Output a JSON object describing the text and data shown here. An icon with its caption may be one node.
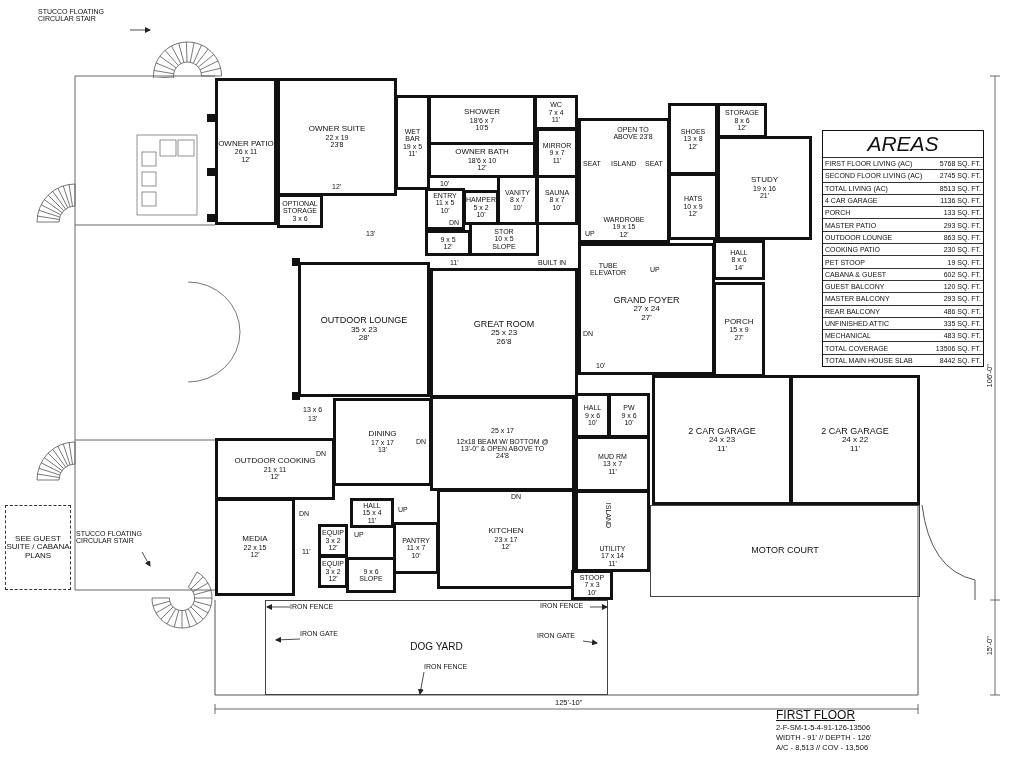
{
  "diagram": {
    "title": "FIRST FLOOR",
    "nodes": [
      {
        "text": [
          "OWNER PATIO",
          "26 x 11",
          "12'"
        ]
      },
      {
        "text": [
          "OWNER SUITE",
          "22 x 19",
          "23'8"
        ]
      },
      {
        "text": [
          "OPTIONAL STORAGE",
          "3 x 6"
        ]
      },
      {
        "text": [
          "WET BAR",
          "19 x 5",
          "11'"
        ]
      },
      {
        "text": [
          "SHOWER",
          "18'6 x 7",
          "10'5"
        ]
      },
      {
        "text": [
          "WC",
          "7 x 4",
          "11'"
        ]
      },
      {
        "text": [
          "OWNER BATH",
          "18'6 x 10",
          "12'"
        ]
      },
      {
        "text": [
          "MIRROR",
          "9 x 7",
          "11'"
        ]
      },
      {
        "text": [
          "ENTRY",
          "11 x 5",
          "10'"
        ]
      },
      {
        "text": [
          "HAMPER",
          "5 x 2",
          "10'"
        ]
      },
      {
        "text": [
          "VANITY",
          "8 x 7",
          "10'"
        ]
      },
      {
        "text": [
          "SAUNA",
          "8 x 7",
          "10'"
        ]
      },
      {
        "text": [
          "WARDROBE",
          "19 x 15",
          "12'"
        ]
      },
      {
        "text": [
          "SHOES",
          "13 x 8",
          "12'"
        ]
      },
      {
        "text": [
          "HATS",
          "10 x 9",
          "12'"
        ]
      },
      {
        "text": [
          "STORAGE",
          "8 x 6",
          "12'"
        ]
      },
      {
        "text": [
          "STUDY",
          "19 x 16",
          "21'"
        ]
      },
      {
        "text": [
          "HALL",
          "8 x 6",
          "14'"
        ]
      },
      {
        "text": [
          "PORCH",
          "15 x 9",
          "27'"
        ]
      },
      {
        "text": [
          "9 x 5",
          "12'"
        ]
      },
      {
        "text": [
          "STOR",
          "10 x 5",
          "SLOPE"
        ]
      },
      {
        "text": [
          "GREAT ROOM",
          "25 x 23",
          "26'8"
        ]
      },
      {
        "text": [
          "GRAND FOYER",
          "27 x 24",
          "27'"
        ]
      },
      {
        "text": [
          "OUTDOOR LOUNGE",
          "35 x 23",
          "28'"
        ]
      },
      {
        "text": [
          "DINING",
          "17 x 17",
          "13'"
        ]
      },
      {
        "text": [
          "25 x 17",
          "12x18 BEAM W/ BOTTOM @ 13'-0\" & OPEN ABOVE TO 24'8"
        ]
      },
      {
        "text": [
          "HALL",
          "9 x 6",
          "10'"
        ]
      },
      {
        "text": [
          "PW",
          "9 x 6",
          "10'"
        ]
      },
      {
        "text": [
          "MUD RM",
          "13 x 7",
          "11'"
        ]
      },
      {
        "text": [
          "2 CAR GARAGE",
          "24 x 23",
          "11'"
        ]
      },
      {
        "text": [
          "2 CAR GARAGE",
          "24 x 22",
          "11'"
        ]
      },
      {
        "text": [
          "OUTDOOR COOKING",
          "21 x 11",
          "12'"
        ]
      },
      {
        "text": [
          "MEDIA",
          "22 x 15",
          "12'"
        ]
      },
      {
        "text": [
          "HALL",
          "15 x 4",
          "11'"
        ]
      },
      {
        "text": [
          "EQUIP",
          "3 x 2",
          "12'"
        ]
      },
      {
        "text": [
          "EQUIP",
          "3 x 2",
          "12'"
        ]
      },
      {
        "text": [
          "PANTRY",
          "11 x 7",
          "10'"
        ]
      },
      {
        "text": [
          "9 x 6",
          "SLOPE"
        ]
      },
      {
        "text": [
          "KITCHEN",
          "23 x 17",
          "12'"
        ]
      },
      {
        "text": [
          "UTILITY",
          "17 x 14",
          "11'"
        ]
      },
      {
        "text": [
          "STOOP",
          "7 x 3",
          "10'"
        ]
      },
      {
        "text": [
          "MOTOR COURT"
        ]
      },
      {
        "text": [
          "DOG YARD"
        ]
      },
      {
        "text": [
          "SEE GUEST SUITE / CABANA PLANS"
        ]
      },
      {
        "text": [
          "STUCCO FLOATING CIRCULAR STAIR"
        ]
      },
      {
        "text": [],
        "shape": "picture"
      },
      {
        "text": [
          "STUCCO FLOATING CIRCULAR STAIR"
        ]
      },
      {
        "text": [],
        "shape": "picture"
      },
      {
        "text": [
          "IRON FENCE"
        ],
        "in": 42
      },
      {
        "text": [
          "IRON GATE"
        ],
        "in": 42
      },
      {
        "text": [
          "IRON FENCE"
        ],
        "in": 42
      },
      {
        "text": [
          "IRON FENCE"
        ],
        "in": 42
      },
      {
        "text": [
          "IRON GATE"
        ],
        "in": 42
      }
    ],
    "edges": [
      {
        "from": 44,
        "to": 45,
        "arrow": "to"
      },
      {
        "from": 46,
        "to": 47,
        "arrow": "to"
      },
      {
        "from": 48,
        "to": null,
        "arrow": "to"
      },
      {
        "from": 49,
        "to": null,
        "arrow": "to"
      },
      {
        "from": 50,
        "to": null,
        "arrow": "to"
      },
      {
        "from": 51,
        "to": null,
        "arrow": "to"
      },
      {
        "from": 52,
        "to": null,
        "arrow": "to"
      }
    ],
    "labels": [
      "13'",
      "12'",
      "10'",
      "DN",
      "11'",
      "BUILT IN",
      "UP",
      "TUBE ELEVATOR",
      "UP",
      "DN",
      "10'",
      "OPEN TO ABOVE 23'8",
      "SEAT",
      "ISLAND",
      "SEAT",
      "13 x 6",
      "13'",
      "DN",
      "DN",
      "DN",
      "DN",
      "11'",
      "UP",
      "UP",
      "ISLAND",
      "106'-0\"",
      "15'-0\"",
      "125'-10\"",
      "2-F-SM-1-5-4-91-126-13506",
      "WIDTH - 91' // DEPTH - 126'",
      "A/C - 8,513 // COV - 13,506",
      "AREAS",
      "FIRST FLOOR LIVING (AC)",
      "5768 SQ. FT.",
      "SECOND FLOOR LIVING (AC)",
      "2745 SQ. FT.",
      "TOTAL LIVING (AC)",
      "8513 SQ. FT.",
      "4 CAR GARAGE",
      "1136 SQ. FT.",
      "PORCH",
      "133 SQ. FT.",
      "MASTER PATIO",
      "293 SQ. FT.",
      "OUTDOOR LOUNGE",
      "863 SQ. FT.",
      "COOKING PATIO",
      "230 SQ. FT.",
      "PET STOOP",
      "19 SQ. FT.",
      "CABANA & GUEST",
      "602 SQ. FT.",
      "GUEST BALCONY",
      "120 SQ. FT.",
      "MASTER BALCONY",
      "293 SQ. FT.",
      "REAR BALCONY",
      "486 SQ. FT.",
      "UNFINISHED ATTIC",
      "335 SQ. FT.",
      "MECHANICAL",
      "483 SQ. FT.",
      "TOTAL COVERAGE",
      "13506 SQ. FT.",
      "TOTAL MAIN HOUSE SLAB",
      "8442 SQ. FT."
    ]
  }
}
